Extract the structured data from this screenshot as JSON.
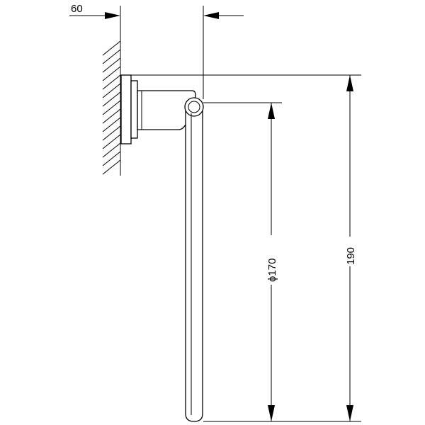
{
  "dimensions": {
    "depth": "60",
    "ring_diameter": "ϕ170",
    "overall_height": "190"
  }
}
